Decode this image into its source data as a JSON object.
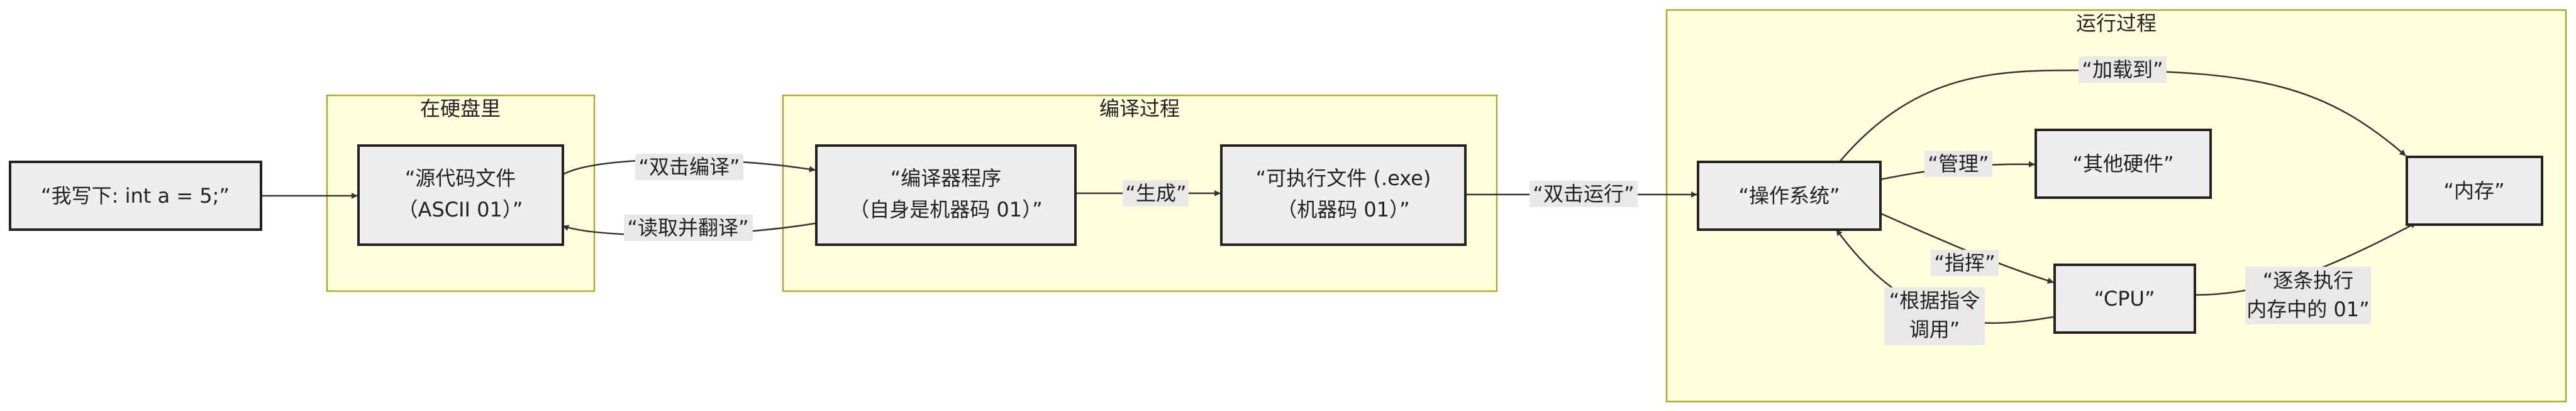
{
  "diagram": {
    "clusters": {
      "disk": {
        "label": "在硬盘里"
      },
      "compile": {
        "label": "编译过程"
      },
      "run": {
        "label": "运行过程"
      }
    },
    "nodes": {
      "code": {
        "lines": [
          "“我写下: int a = 5;”"
        ]
      },
      "source": {
        "lines": [
          "“源代码文件",
          "（ASCII 01）”"
        ]
      },
      "compiler": {
        "lines": [
          "“编译器程序",
          "（自身是机器码 01）”"
        ]
      },
      "exe": {
        "lines": [
          "“可执行文件 (.exe)",
          "（机器码 01）”"
        ]
      },
      "os": {
        "lines": [
          "“操作系统”"
        ]
      },
      "hw": {
        "lines": [
          "“其他硬件”"
        ]
      },
      "mem": {
        "lines": [
          "“内存”"
        ]
      },
      "cpu": {
        "lines": [
          "“CPU”"
        ]
      }
    },
    "edges": {
      "compile_label": {
        "lines": [
          "“双击编译”"
        ]
      },
      "read_translate": {
        "lines": [
          "“读取并翻译”"
        ]
      },
      "generate": {
        "lines": [
          "“生成”"
        ]
      },
      "run_click": {
        "lines": [
          "“双击运行”"
        ]
      },
      "load": {
        "lines": [
          "“加载到”"
        ]
      },
      "manage": {
        "lines": [
          "“管理”"
        ]
      },
      "command": {
        "lines": [
          "“指挥”"
        ]
      },
      "call": {
        "lines": [
          "“根据指令",
          "调用”"
        ]
      },
      "execute": {
        "lines": [
          "“逐条执行",
          "内存中的 01”"
        ]
      }
    },
    "colors": {
      "cluster_fill": "#ffffde",
      "cluster_stroke": "#aaaa33",
      "node_fill": "#eeeeee",
      "node_stroke": "#222222",
      "edge_label_bg": "#e8e8e8"
    }
  }
}
